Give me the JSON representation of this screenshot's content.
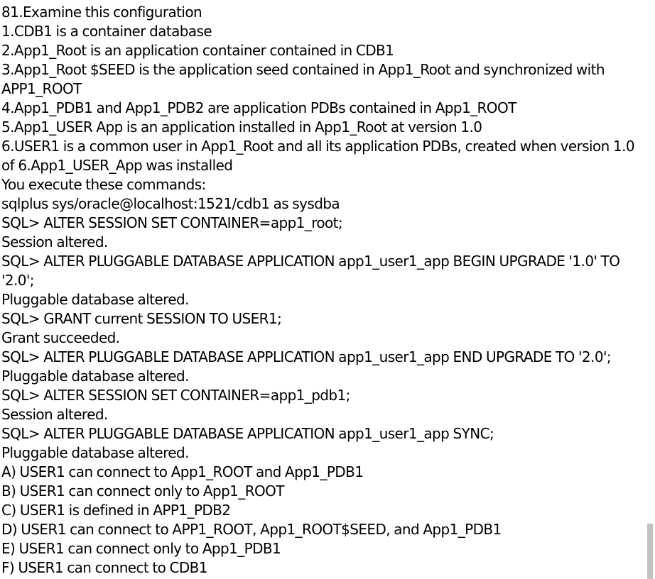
{
  "lines": [
    "81.Examine this configuration",
    "1.CDB1 is a container database",
    "2.App1_Root is an application container contained in CDB1",
    "3.App1_Root $SEED is the application seed contained in App1_Root and synchronized with",
    "APP1_ROOT",
    "4.App1_PDB1 and App1_PDB2 are application PDBs contained in App1_ROOT",
    "5.App1_USER App is an application installed in App1_Root at version 1.0",
    "6.USER1 is a common user in App1_Root and all its application PDBs, created when version 1.0",
    "of 6.App1_USER_App was installed",
    "You execute these commands:",
    "sqlplus sys/oracle@localhost:1521/cdb1 as sysdba",
    "SQL> ALTER SESSION SET CONTAINER=app1_root;",
    "Session altered.",
    "SQL> ALTER PLUGGABLE DATABASE APPLICATION app1_user1_app BEGIN UPGRADE '1.0' TO",
    "'2.0';",
    "Pluggable database altered.",
    "SQL> GRANT current SESSION TO USER1;",
    "Grant succeeded.",
    "SQL> ALTER PLUGGABLE DATABASE APPLICATION app1_user1_app END UPGRADE TO '2.0';",
    "Pluggable database altered.",
    "SQL> ALTER SESSION SET CONTAINER=app1_pdb1;",
    "Session altered.",
    "SQL> ALTER PLUGGABLE DATABASE APPLICATION app1_user1_app SYNC;",
    "Pluggable database altered.",
    "A) USER1 can connect to App1_ROOT and App1_PDB1",
    "B) USER1 can connect only to App1_ROOT",
    "C) USER1 is defined in APP1_PDB2",
    "D) USER1 can connect to APP1_ROOT, App1_ROOT$SEED, and App1_PDB1",
    "E) USER1 can connect only to App1_PDB1",
    "F) USER1 can connect to CDB1"
  ]
}
